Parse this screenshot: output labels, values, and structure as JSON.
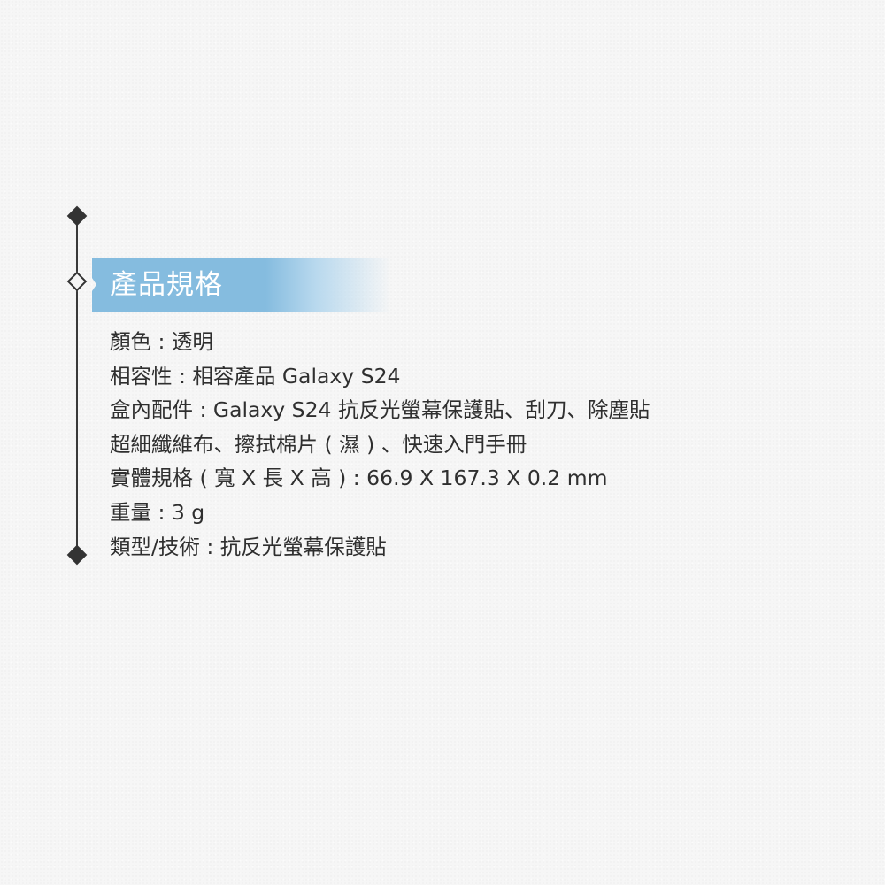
{
  "section": {
    "title": "產品規格",
    "accent_color": "#85bcdf",
    "text_color": "#2f2f2f"
  },
  "specs": [
    {
      "label": "顏色",
      "value": "透明",
      "line": "顏色 : 透明"
    },
    {
      "label": "相容性",
      "value": "相容產品 Galaxy S24",
      "line": "相容性 : 相容產品 Galaxy S24"
    },
    {
      "label": "盒內配件",
      "value": "Galaxy S24 抗反光螢幕保護貼、刮刀、除塵貼 超細纖維布、擦拭棉片 ( 濕 ) 、快速入門手冊",
      "line": "盒內配件 : Galaxy S24 抗反光螢幕保護貼、刮刀、除塵貼"
    },
    {
      "label": "",
      "value": "",
      "line": "超細纖維布、擦拭棉片 ( 濕 ) 、快速入門手冊"
    },
    {
      "label": "實體規格 ( 寬 X 長 X 高 )",
      "value": "66.9 X 167.3 X 0.2 mm",
      "line": "實體規格 ( 寬 X 長 X 高 ) : 66.9 X 167.3 X 0.2 mm"
    },
    {
      "label": "重量",
      "value": "3 g",
      "line": "重量 : 3 g"
    },
    {
      "label": "類型/技術",
      "value": "抗反光螢幕保護貼",
      "line": "類型/技術 : 抗反光螢幕保護貼"
    }
  ],
  "decorations": {
    "timeline_icons": [
      "diamond-filled-icon",
      "diamond-outline-icon",
      "diamond-filled-icon"
    ]
  }
}
